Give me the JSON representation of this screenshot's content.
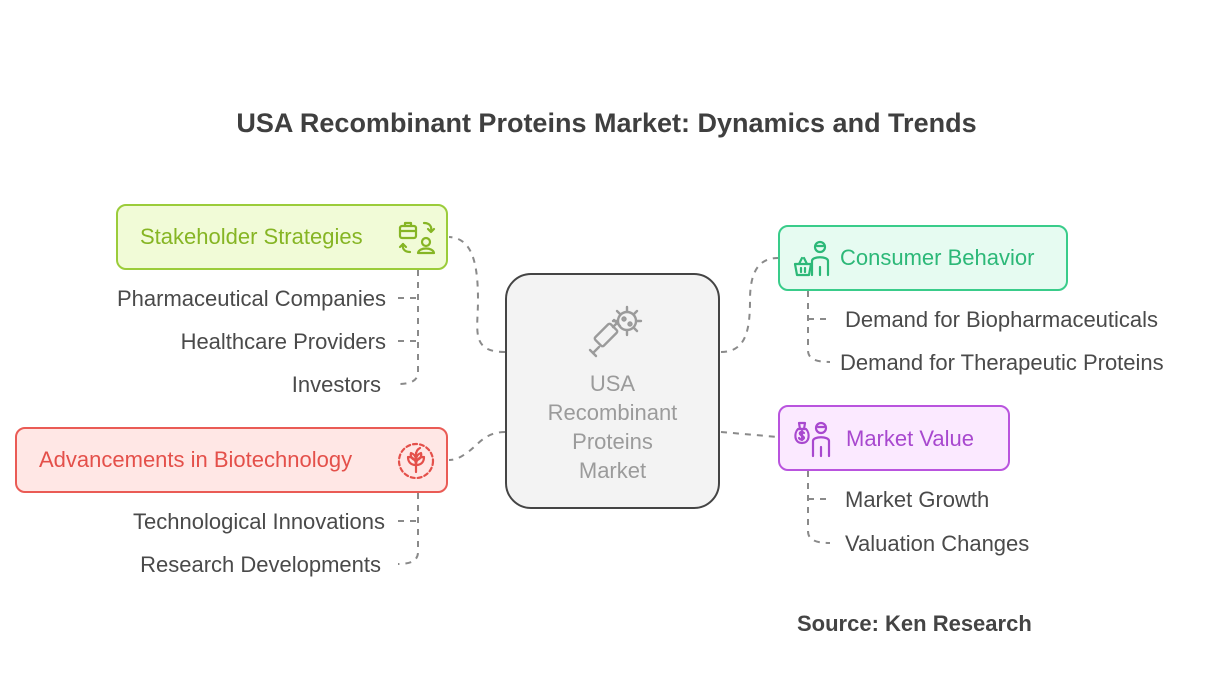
{
  "title": "USA Recombinant Proteins Market: Dynamics and Trends",
  "center": {
    "label": "USA\nRecombinant\nProteins\nMarket",
    "icon": "virus-syringe-icon"
  },
  "branches": {
    "stakeholder": {
      "label": "Stakeholder Strategies",
      "icon": "briefcase-exchange-icon",
      "color": "#9bcc3a",
      "items": [
        "Pharmaceutical Companies",
        "Healthcare Providers",
        "Investors"
      ]
    },
    "advancements": {
      "label": "Advancements in Biotechnology",
      "icon": "plant-growth-icon",
      "color": "#ea5b55",
      "items": [
        "Technological Innovations",
        "Research Developments"
      ]
    },
    "consumer": {
      "label": "Consumer Behavior",
      "icon": "shopper-basket-icon",
      "color": "#39cc8a",
      "items": [
        "Demand for Biopharmaceuticals",
        "Demand for Therapeutic Proteins"
      ]
    },
    "market_value": {
      "label": "Market Value",
      "icon": "money-person-icon",
      "color": "#b954de",
      "items": [
        "Market Growth",
        "Valuation Changes"
      ]
    }
  },
  "source": "Source: Ken Research"
}
